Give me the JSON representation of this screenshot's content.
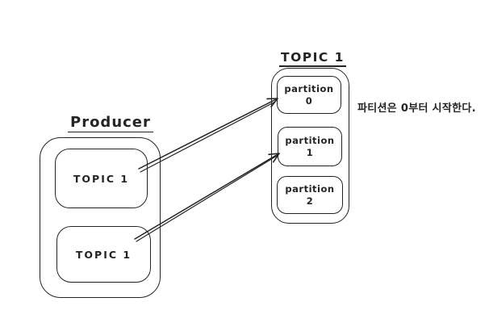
{
  "diagram": {
    "producer": {
      "label": "Producer",
      "topics": [
        {
          "label": "TOPIC 1"
        },
        {
          "label": "TOPIC 1"
        }
      ]
    },
    "topic_cluster": {
      "label": "TOPIC 1",
      "partitions": [
        {
          "name": "partition",
          "number": "0"
        },
        {
          "name": "partition",
          "number": "1"
        },
        {
          "name": "partition",
          "number": "2"
        }
      ]
    },
    "annotation": "파티션은 0부터 시작한다.",
    "colors": {
      "stroke": "#242424",
      "background": "#ffffff"
    }
  }
}
